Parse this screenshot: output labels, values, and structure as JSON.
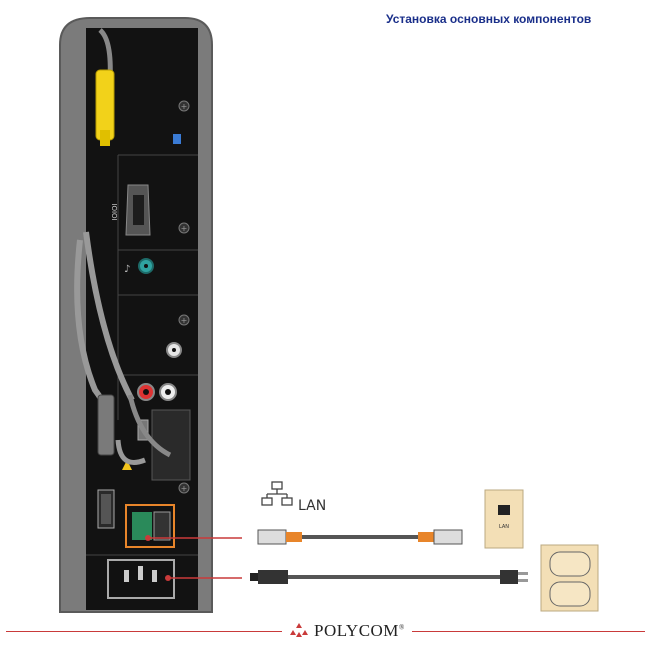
{
  "header": {
    "title": "Установка основных компонентов"
  },
  "ports": {
    "serial_label": "IOIOI",
    "lan_port_label": "LAN"
  },
  "connections": {
    "lan_label": "LAN"
  },
  "footer": {
    "brand": "POLYCOM",
    "trademark": "®"
  },
  "colors": {
    "title": "#1a2f8a",
    "device_body": "#7a7a7a",
    "panel": "#111111",
    "hdmi_connector": "#f2d21a",
    "callout_line": "#c93a3a",
    "cable_boot": "#e8852a",
    "wall_plate": "#f3dfb6"
  }
}
